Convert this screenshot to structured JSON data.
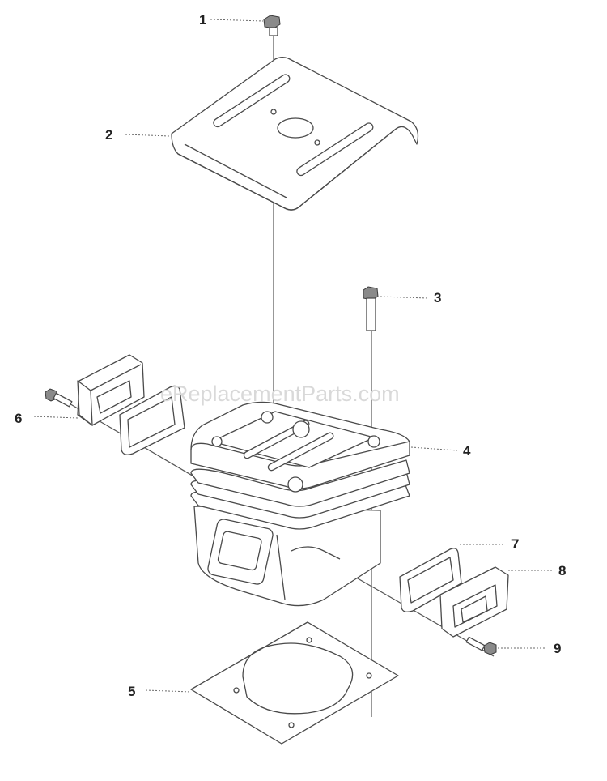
{
  "watermark": "eReplacementParts.com",
  "callouts": [
    "1",
    "2",
    "3",
    "4",
    "5",
    "6",
    "7",
    "8",
    "9"
  ],
  "colors": {
    "line": "#4a4a4a",
    "label": "#222222",
    "watermark": "#d9d9d9"
  }
}
